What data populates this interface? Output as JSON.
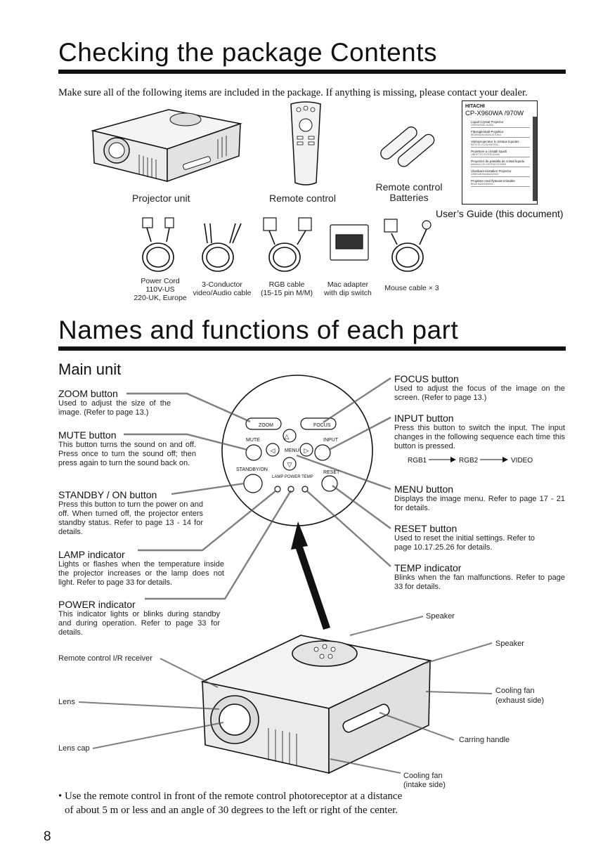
{
  "heading1": "Checking the package Contents",
  "intro": "Make sure all of the following items are included in the package. If anything is missing, please contact your dealer.",
  "package_items": {
    "projector": "Projector unit",
    "remote": "Remote control",
    "batteries_line1": "Remote control",
    "batteries_line2": "Batteries",
    "guide": "User’s Guide (this document)"
  },
  "guide_cover": {
    "brand": "HITACHI",
    "model": "CP-X960WA /970W",
    "lines": [
      "Liquid Crystal Projector",
      "Flüssigkristall-Projektor",
      "Vidéoprojecteur à cristaux liquides",
      "Proiettore a cristalli liquidi",
      "Proyector de pantalla de cristal líquido",
      "Vloeibare-kristallen Projector",
      "Projektor med flytande kristaller"
    ],
    "sublines": [
      "OPERATING GUIDE",
      "BEDIENUNGSANLEITUNG",
      "NOTICE D'UTILISATION",
      "LIBRETTO D'ISTRUZIONI",
      "MANUAL DE INSTRUCCIONES",
      "GEBRUIKSAANWIJZING",
      "BRUKSANVISNING"
    ]
  },
  "cables": {
    "power": [
      "Power Cord",
      "110V-US",
      "220-UK, Europe"
    ],
    "av": [
      "3-Conductor",
      "video/Audio cable"
    ],
    "rgb": [
      "RGB cable",
      "(15-15 pin M/M)"
    ],
    "mac": [
      "Mac adapter",
      "with dip switch"
    ],
    "mouse": "Mouse cable × 3"
  },
  "heading2": "Names and functions of each part",
  "subheading": "Main unit",
  "left_functions": [
    {
      "name": "ZOOM button",
      "desc": "Used to adjust the size of the image. (Refer to page 13.)"
    },
    {
      "name": "MUTE button",
      "desc": "This button turns the sound on and off. Press once to turn the sound off; then press again to turn the sound back on."
    },
    {
      "name": "STANDBY / ON button",
      "desc": "Press this button to turn the power on and off. When turned off, the projector enters standby status. Refer to page 13 - 14 for details."
    },
    {
      "name": "LAMP indicator",
      "desc": "Lights or flashes when the temperature inside the projector increases or the lamp does not light. Refer to page 33 for details."
    },
    {
      "name": "POWER indicator",
      "desc": "This indicator lights or blinks during standby and during operation. Refer to page 33 for details."
    }
  ],
  "right_functions": [
    {
      "name": "FOCUS button",
      "desc": "Used to adjust the focus of the image on the screen. (Refer to page 13.)"
    },
    {
      "name": "INPUT button",
      "desc": "Press this button to switch the input. The input changes in the following sequence each time this button is pressed."
    },
    {
      "name": "MENU button",
      "desc": "Displays the image menu. Refer to page 17 - 21 for details."
    },
    {
      "name": "RESET button",
      "desc": "Used to reset the initial settings. Refer to page 10.17.25.26 for details."
    },
    {
      "name": "TEMP indicator",
      "desc": "Blinks when the fan malfunctions. Refer to page 33 for details."
    }
  ],
  "input_sequence": [
    "RGB1",
    "RGB2",
    "VIDEO"
  ],
  "panel_labels": {
    "zoom": "ZOOM",
    "focus": "FOCUS",
    "mute": "MUTE",
    "input": "INPUT",
    "menu": "MENU",
    "standby": "STANDBY/ON",
    "reset": "RESET",
    "indicators": "LAMP POWER TEMP"
  },
  "callouts": {
    "ir": "Remote control I/R receiver",
    "lens": "Lens",
    "lenscap": "Lens cap",
    "speaker1": "Speaker",
    "speaker2": "Speaker",
    "fan_exhaust": [
      "Cooling fan",
      "(exhaust side)"
    ],
    "handle": "Carring handle",
    "fan_intake": [
      "Cooling fan",
      "(intake side)"
    ]
  },
  "note_line1": "• Use the remote control in front of the remote control photoreceptor at a distance",
  "note_line2": "of about 5 m or less and an angle of 30 degrees to the left or right of the center.",
  "page_number": "8"
}
